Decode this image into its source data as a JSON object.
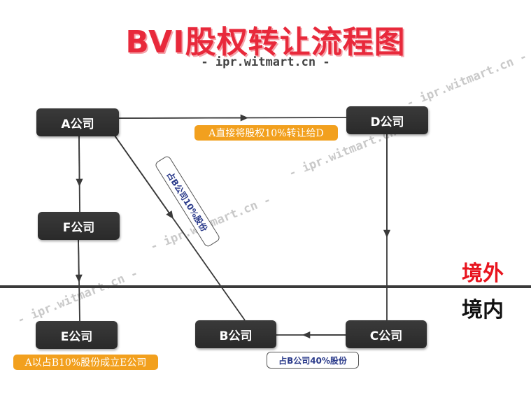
{
  "title": "BVI股权转让流程图",
  "subtitle": "- ipr.witmart.cn -",
  "watermark": "- ipr.witmart.cn -",
  "nodes": {
    "A": "A公司",
    "D": "D公司",
    "F": "F公司",
    "E": "E公司",
    "B": "B公司",
    "C": "C公司"
  },
  "notes": {
    "a_to_d": "A直接将股权10%转让给D",
    "a_to_e": "A以占B10%股份成立E公司"
  },
  "tags": {
    "a_b": "占B公司10%股份",
    "c_b": "占B公司40%股份"
  },
  "zones": {
    "offshore": "境外",
    "onshore": "境内"
  },
  "colors": {
    "title": "#e8293b",
    "node": "#2e2e2e",
    "note": "#f2a01e",
    "offshore": "#e8141e",
    "divider": "#3a3a3a"
  }
}
